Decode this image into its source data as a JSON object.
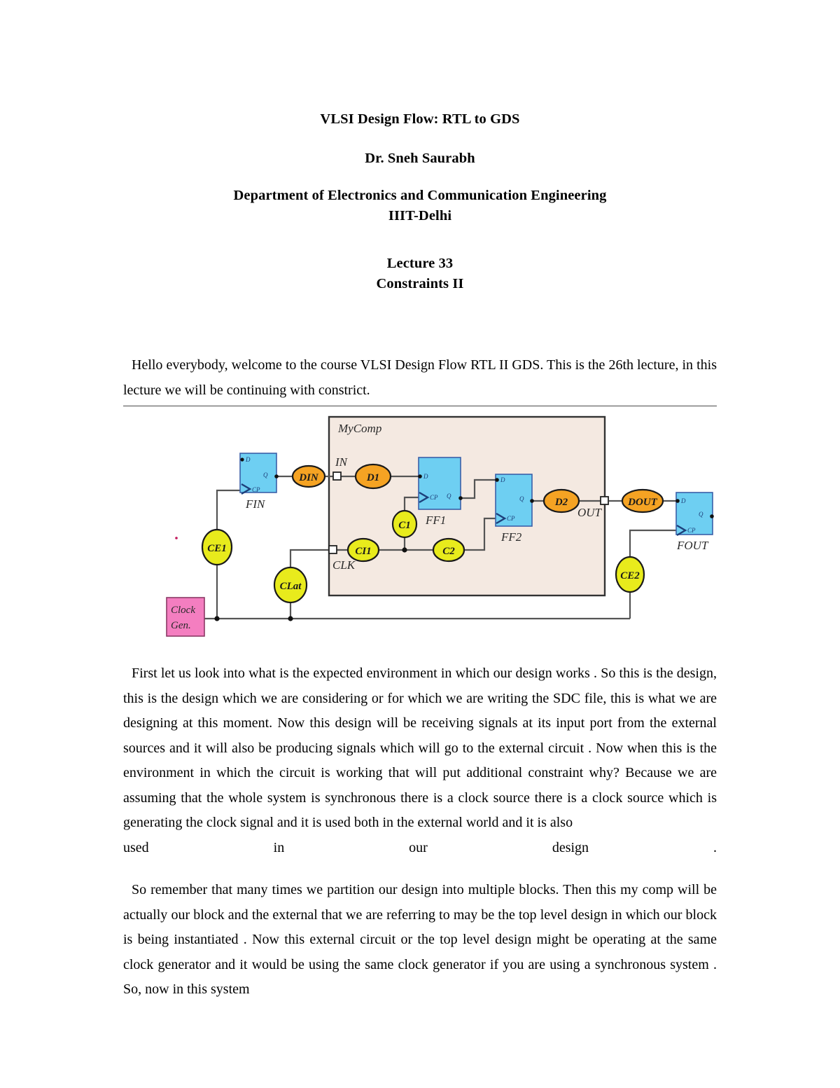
{
  "document": {
    "heading": {
      "course_title": "VLSI Design Flow: RTL to GDS",
      "author": "Dr. Sneh Saurabh",
      "department": "Department of Electronics and Communication Engineering",
      "institute": "IIIT-Delhi",
      "lecture_number": "Lecture 33",
      "lecture_topic": "Constraints II"
    },
    "paragraphs": {
      "intro": "Hello everybody, welcome to the course VLSI Design Flow RTL II GDS.  This is the 26th lecture, in this lecture we will be continuing with constrict.",
      "p2_main": "First let us look into what is the expected environment in which our design works .  So this is the design, this is the design which we are considering or for which we are  writing the SDC  file, this is what we are  designing  at this moment.   Now  this  design  will  be receiving signals at its input port from the external sources  and it will also be producing signals which will go to the external circuit .  Now when this is the environment in which the circuit is working that will put additional  constraint why?  Because we are assuming that the whole system  is  synchronous   there  is  a  clock   source   there  is  a  clock  source which is generating the clock signal and it  is used both in the external world and it is also",
      "p2_last_line": [
        "used",
        "in",
        "our",
        "design",
        "."
      ],
      "p3": "So remember that many times we partition our design into multiple blocks.   Then this my comp will be actually our block and the external that we are referring  to may be the top  level  design   in which our block  is being  instantiated .   Now  this external circuit or the top level design might be operating at the same clock  generator and it would be using the same clock generator if you are using a synchronous system  .  So, now in this system"
    }
  },
  "figure": {
    "caption_block": "MyComp",
    "colors": {
      "flipflop_fill": "#6ecff2",
      "flipflop_stroke": "#3a5fa8",
      "data_ellipse_fill": "#f5a323",
      "data_ellipse_stroke": "#1a1a1a",
      "clock_ellipse_fill": "#e8eb1c",
      "clock_ellipse_stroke": "#1a1a1a",
      "block_fill": "#f4e9e1",
      "block_stroke": "#333333",
      "clockgen_fill": "#f47ec0",
      "clockgen_stroke": "#8c3a66",
      "wire": "#555555",
      "port_fill": "#ffffff",
      "label_text": "#2a2a2a"
    },
    "flipflops": [
      {
        "name": "FIN",
        "d_label": "D",
        "q_label": "Q",
        "cp_label": "CP"
      },
      {
        "name": "FF1",
        "d_label": "D",
        "q_label": "Q",
        "cp_label": "CP"
      },
      {
        "name": "FF2",
        "d_label": "D",
        "q_label": "Q",
        "cp_label": "CP"
      },
      {
        "name": "FOUT",
        "d_label": "D",
        "q_label": "Q",
        "cp_label": "CP"
      }
    ],
    "data_nets": [
      "DIN",
      "D1",
      "D2",
      "DOUT"
    ],
    "clock_nets": [
      "CE1",
      "CLat",
      "CI1",
      "C1",
      "C2",
      "CE2"
    ],
    "ports": [
      "IN",
      "CLK",
      "OUT"
    ],
    "clock_generator": {
      "line1": "Clock",
      "line2": "Gen."
    }
  }
}
